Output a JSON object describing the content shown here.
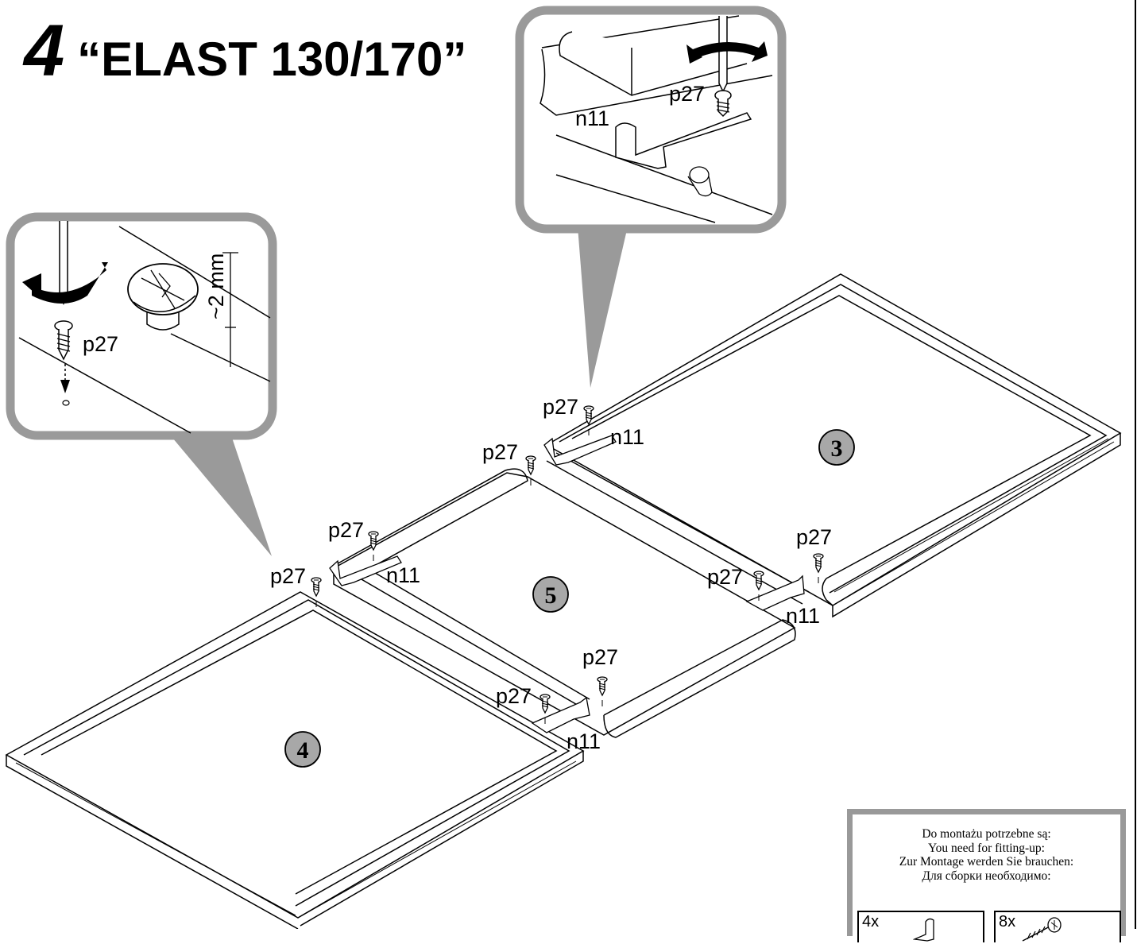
{
  "title": {
    "step_number": "4",
    "model": "“ELAST 130/170”"
  },
  "parts": {
    "screw": "p27",
    "bracket": "n11"
  },
  "boards": {
    "left": "4",
    "middle": "5",
    "right": "3"
  },
  "zoom_left": {
    "screw": "p27",
    "gap": "~2 mm"
  },
  "zoom_top": {
    "screw": "p27",
    "bracket": "n11"
  },
  "parts_needed": {
    "lines": [
      "Do montażu potrzebne są:",
      "You need for fitting-up:",
      "Zur Montage werden Sie brauchen:",
      "Для сборки необходимо:"
    ],
    "items": [
      {
        "qty": "4x",
        "icon": "bracket-n11-icon"
      },
      {
        "qty": "8x",
        "icon": "screw-p27-icon"
      }
    ]
  },
  "colors": {
    "callout_gray": "#9a9a9a",
    "badge_fill": "#a8a8a8",
    "line": "#000000"
  }
}
